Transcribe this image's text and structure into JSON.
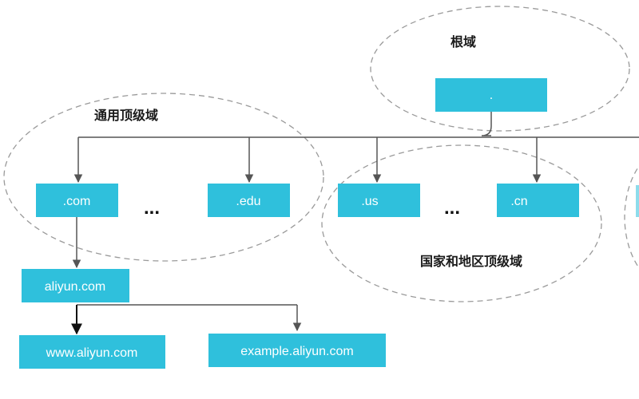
{
  "colors": {
    "node_fill": "#2fc0dc",
    "node_text": "#ffffff",
    "edge": "#555555",
    "dash": "#9a9a9a",
    "label": "#1a1a1a"
  },
  "groups": {
    "root": "根域",
    "generic_tld": "通用顶级域",
    "country_tld": "国家和地区顶级域"
  },
  "nodes": {
    "root": ".",
    "com": ".com",
    "edu": ".edu",
    "us": ".us",
    "cn": ".cn",
    "aliyun": "aliyun.com",
    "www": "www.aliyun.com",
    "example": "example.aliyun.com"
  },
  "ellipsis": "...",
  "edges": [
    [
      "root",
      "com"
    ],
    [
      "root",
      "edu"
    ],
    [
      "root",
      "us"
    ],
    [
      "root",
      "cn"
    ],
    [
      "com",
      "aliyun"
    ],
    [
      "aliyun",
      "www"
    ],
    [
      "aliyun",
      "example"
    ]
  ]
}
